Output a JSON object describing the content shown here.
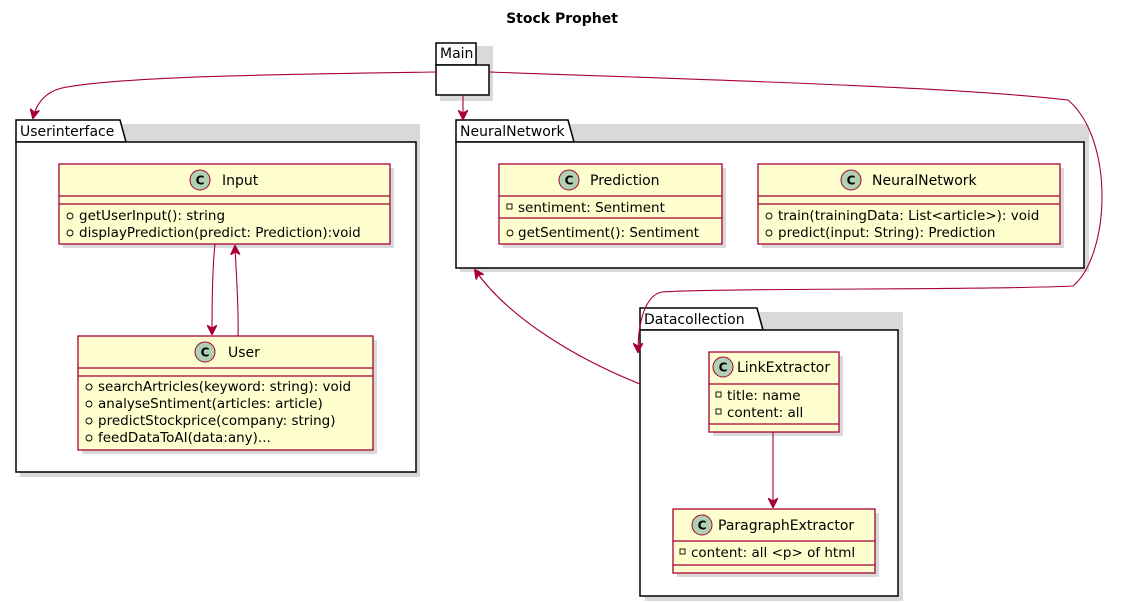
{
  "title": "Stock Prophet",
  "packages": {
    "main": {
      "name": "Main"
    },
    "userinterface": {
      "name": "Userinterface"
    },
    "neuralnetwork": {
      "name": "NeuralNetwork"
    },
    "datacollection": {
      "name": "Datacollection"
    }
  },
  "classes": {
    "input": {
      "stereotype": "C",
      "name": "Input",
      "methods": [
        "getUserInput(): string",
        "displayPrediction(predict: Prediction):void"
      ]
    },
    "user": {
      "stereotype": "C",
      "name": "User",
      "methods": [
        "searchArtricles(keyword: string): void",
        "analyseSntiment(articles: article)",
        "predictStockprice(company: string)",
        "feedDataToAI(data:any)..."
      ]
    },
    "prediction": {
      "stereotype": "C",
      "name": "Prediction",
      "attributes": [
        "sentiment: Sentiment"
      ],
      "methods": [
        "getSentiment(): Sentiment"
      ]
    },
    "neuralnetwork": {
      "stereotype": "C",
      "name": "NeuralNetwork",
      "methods": [
        "train(trainingData: List<article>): void",
        "predict(input: String): Prediction"
      ]
    },
    "linkextractor": {
      "stereotype": "C",
      "name": "LinkExtractor",
      "attributes": [
        "title: name",
        "content: all"
      ]
    },
    "paragraphextractor": {
      "stereotype": "C",
      "name": "ParagraphExtractor",
      "attributes": [
        "content: all <p> of html"
      ]
    }
  },
  "visibility": {
    "public": "public-circle-icon",
    "private": "private-square-icon"
  },
  "colors": {
    "class_fill": "#fefece",
    "class_border": "#a80036",
    "spot_fill": "#add1b2",
    "arrow": "#a80036"
  }
}
